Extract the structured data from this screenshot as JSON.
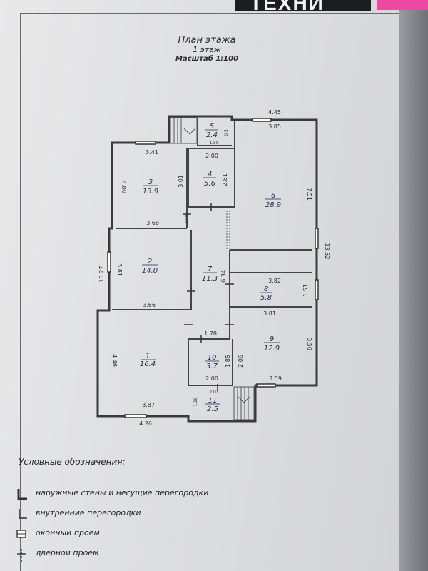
{
  "header": {
    "brand_fragment": "ТЕХНИ"
  },
  "title": {
    "line1": "План этажа",
    "line2": "1 этаж",
    "line3": "Масштаб 1:100"
  },
  "rooms": [
    {
      "num": "1",
      "area": "16.4"
    },
    {
      "num": "2",
      "area": "14.0"
    },
    {
      "num": "3",
      "area": "13.9"
    },
    {
      "num": "4",
      "area": "5.6"
    },
    {
      "num": "5",
      "area": "2.4"
    },
    {
      "num": "6",
      "area": "28.9"
    },
    {
      "num": "7",
      "area": "11.3"
    },
    {
      "num": "8",
      "area": "5.8"
    },
    {
      "num": "9",
      "area": "12.9"
    },
    {
      "num": "10",
      "area": "3.7"
    },
    {
      "num": "11",
      "area": "2.5"
    }
  ],
  "dimensions": {
    "d_445": "4.45",
    "d_385": "3.85",
    "d_341": "3.41",
    "d_200a": "2.00",
    "d_400": "4.00",
    "d_301": "3.01",
    "d_281": "2.81",
    "d_751": "7.51",
    "d_368": "3.68",
    "d_099": "0.99",
    "d_1352": "13.52",
    "d_1327": "13.27",
    "d_381a": "3.81",
    "d_634": "6.34",
    "d_382": "3.82",
    "d_151": "1.51",
    "d_366": "3.66",
    "d_381b": "3.81",
    "d_178": "1.78",
    "d_446": "4.46",
    "d_185": "1.85",
    "d_206": "2.06",
    "d_350": "3.50",
    "d_200b": "2.00",
    "d_359": "3.59",
    "d_201": "2.01",
    "d_387": "3.87",
    "d_128": "1.28",
    "d_426": "4.26",
    "d_159": "1.59",
    "d_050": "0.5"
  },
  "legend": {
    "title": "Условные обозначения:",
    "items": [
      "наружные стены и несущие перегородки",
      "внутренние перегородки",
      "оконный проем",
      "дверной проем"
    ]
  }
}
